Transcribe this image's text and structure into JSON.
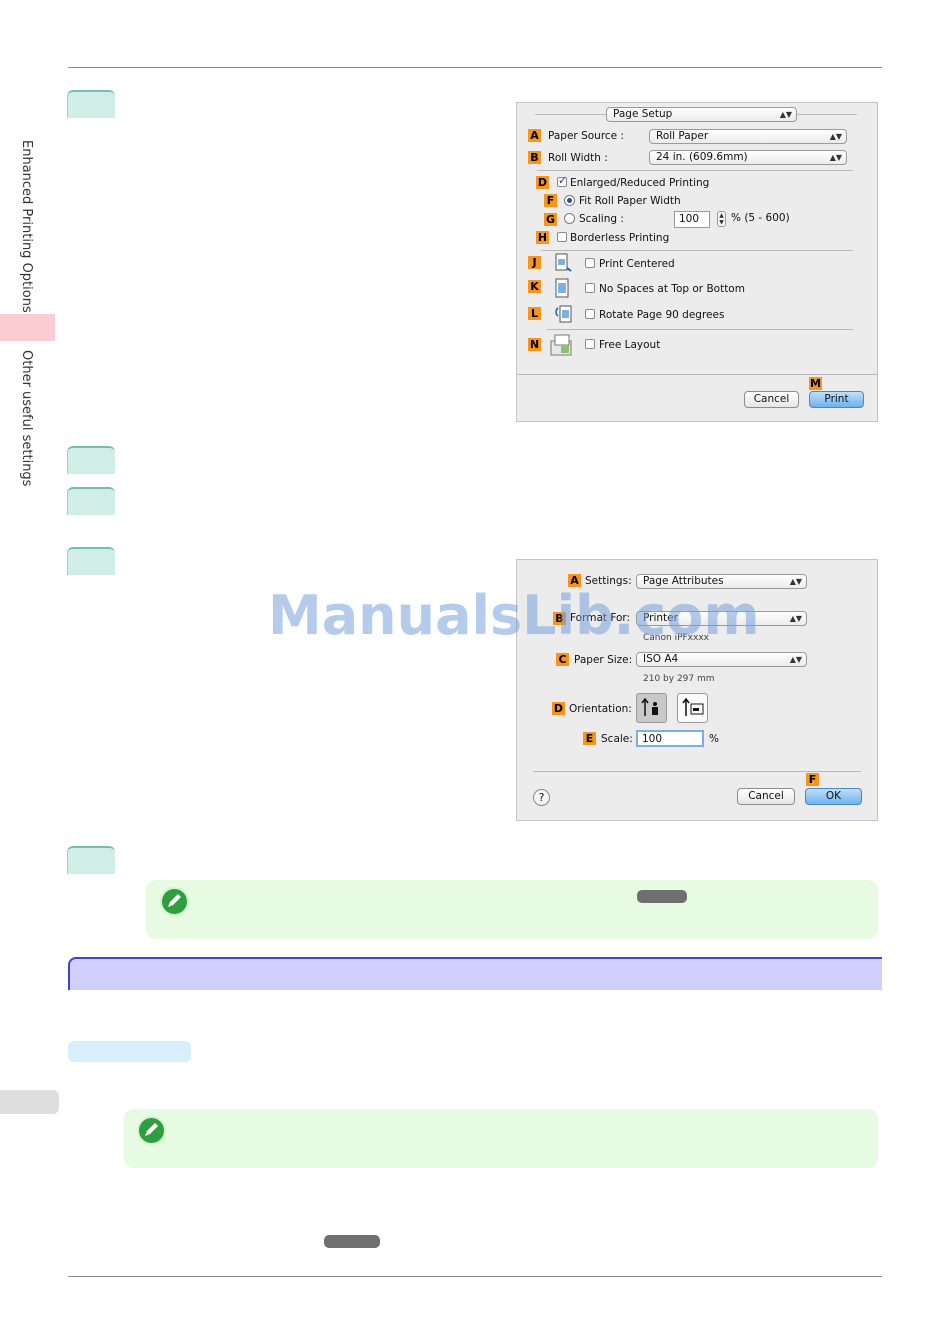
{
  "side_nav": {
    "section_1": "Enhanced Printing Options",
    "section_2": "Other useful settings"
  },
  "dialog1": {
    "menu": "Page Setup",
    "paper_source": {
      "badge": "A",
      "label": "Paper Source :",
      "value": "Roll Paper"
    },
    "roll_width": {
      "badge": "B",
      "label": "Roll Width :",
      "value": "24 in. (609.6mm)"
    },
    "enlarged": {
      "badge": "D",
      "label": "Enlarged/Reduced Printing",
      "checked": true
    },
    "fit_roll": {
      "badge": "F",
      "label": "Fit Roll Paper Width",
      "selected": true
    },
    "scaling": {
      "badge": "G",
      "label": "Scaling :",
      "value": "100",
      "range": "% (5 - 600)"
    },
    "borderless": {
      "badge": "H",
      "label": "Borderless Printing"
    },
    "print_centered": {
      "badge": "J",
      "label": "Print Centered"
    },
    "no_spaces": {
      "badge": "K",
      "label": "No Spaces at Top or Bottom"
    },
    "rotate": {
      "badge": "L",
      "label": "Rotate Page 90 degrees"
    },
    "free_layout": {
      "badge": "N",
      "label": "Free Layout"
    },
    "cancel": "Cancel",
    "print_badge": "M",
    "print": "Print"
  },
  "dialog2": {
    "settings": {
      "badge": "A",
      "label": "Settings:",
      "value": "Page Attributes"
    },
    "format_for": {
      "badge": "B",
      "label": "Format For:",
      "value": "Printer",
      "sub": "Canon iPFxxxx"
    },
    "paper_size": {
      "badge": "C",
      "label": "Paper Size:",
      "value": "ISO A4",
      "sub": "210 by 297 mm"
    },
    "orientation": {
      "badge": "D",
      "label": "Orientation:"
    },
    "scale": {
      "badge": "E",
      "label": "Scale:",
      "value": "100",
      "unit": "%"
    },
    "help": "?",
    "cancel": "Cancel",
    "ok_badge": "F",
    "ok": "OK"
  },
  "watermark": "ManualsLib.com"
}
